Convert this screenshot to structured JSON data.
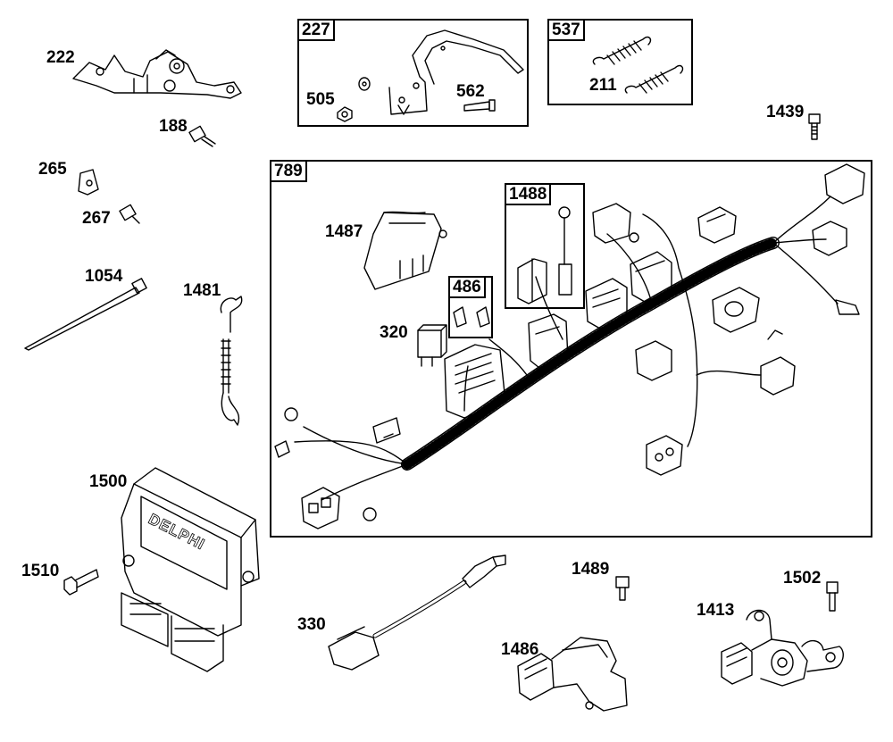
{
  "diagram": {
    "boxes": {
      "b227": "227",
      "b537": "537",
      "b789": "789",
      "b1488": "1488",
      "b486": "486"
    },
    "labels": {
      "l222": "222",
      "l188": "188",
      "l265": "265",
      "l267": "267",
      "l1054": "1054",
      "l1481": "1481",
      "l1500": "1500",
      "l1510": "1510",
      "l505": "505",
      "l562": "562",
      "l211": "211",
      "l1439": "1439",
      "l1487": "1487",
      "l320": "320",
      "l330": "330",
      "l1489": "1489",
      "l1486": "1486",
      "l1502": "1502",
      "l1413": "1413"
    },
    "ecu_brand": "DELPHI"
  }
}
